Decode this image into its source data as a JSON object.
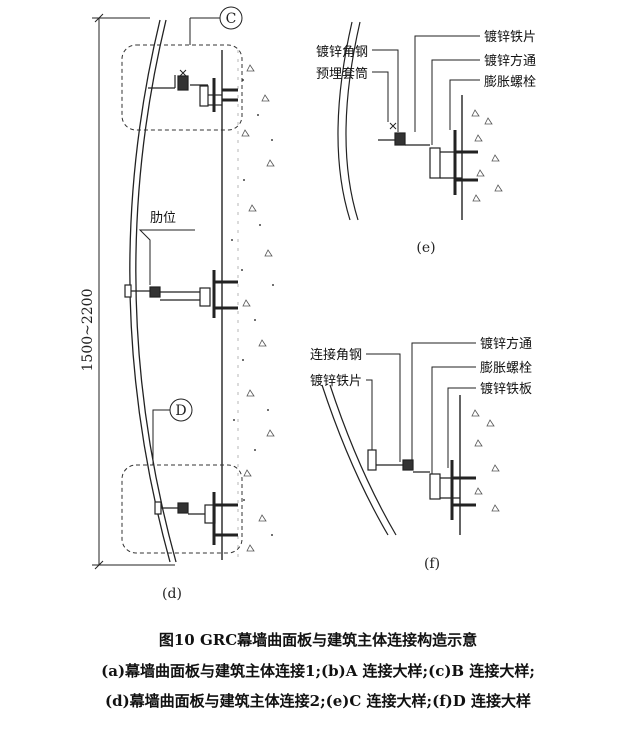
{
  "panel_d": {
    "tag_c": "C",
    "tag_d": "D",
    "rib_label": "肋位",
    "dimension": "1500~2200",
    "sub_label": "(d)"
  },
  "panel_e": {
    "label_1": "镀锌铁片",
    "label_2": "镀锌角钢",
    "label_3": "镀锌方通",
    "label_4": "预埋套筒",
    "label_5": "膨胀螺栓",
    "sub_label": "(e)"
  },
  "panel_f": {
    "label_1": "镀锌方通",
    "label_2": "连接角钢",
    "label_3": "膨胀螺栓",
    "label_4": "镀锌铁片",
    "label_5": "镀锌铁板",
    "sub_label": "(f)"
  },
  "caption": {
    "title": "图10   GRC幕墙曲面板与建筑主体连接构造示意",
    "line_2": "(a)幕墙曲面板与建筑主体连接1;(b)A 连接大样;(c)B 连接大样;",
    "line_3": "(d)幕墙曲面板与建筑主体连接2;(e)C 连接大样;(f)D 连接大样"
  }
}
